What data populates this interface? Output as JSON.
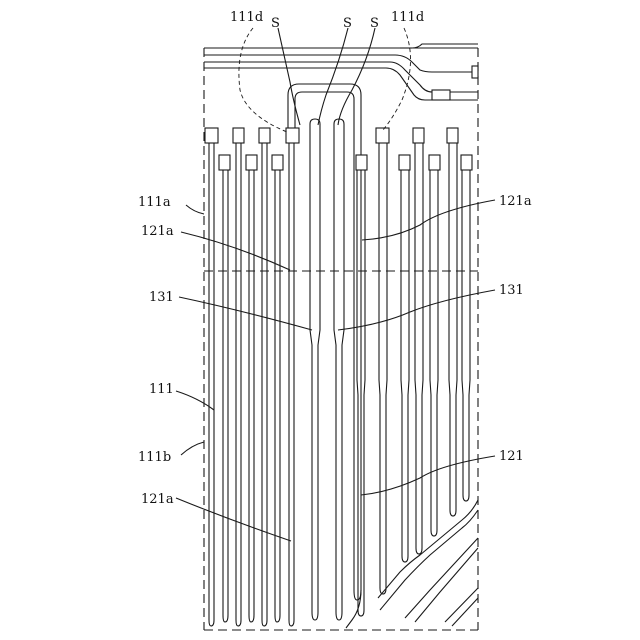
{
  "labels": {
    "top_left_111d": "111d",
    "top_right_111d": "111d",
    "s1": "S",
    "s2": "S",
    "s3": "S",
    "left_111a": "111a",
    "left_121a_upper": "121a",
    "left_131": "131",
    "left_111": "111",
    "left_111b": "111b",
    "left_121a_lower": "121a",
    "right_121a": "121a",
    "right_131": "131",
    "right_121": "121"
  }
}
